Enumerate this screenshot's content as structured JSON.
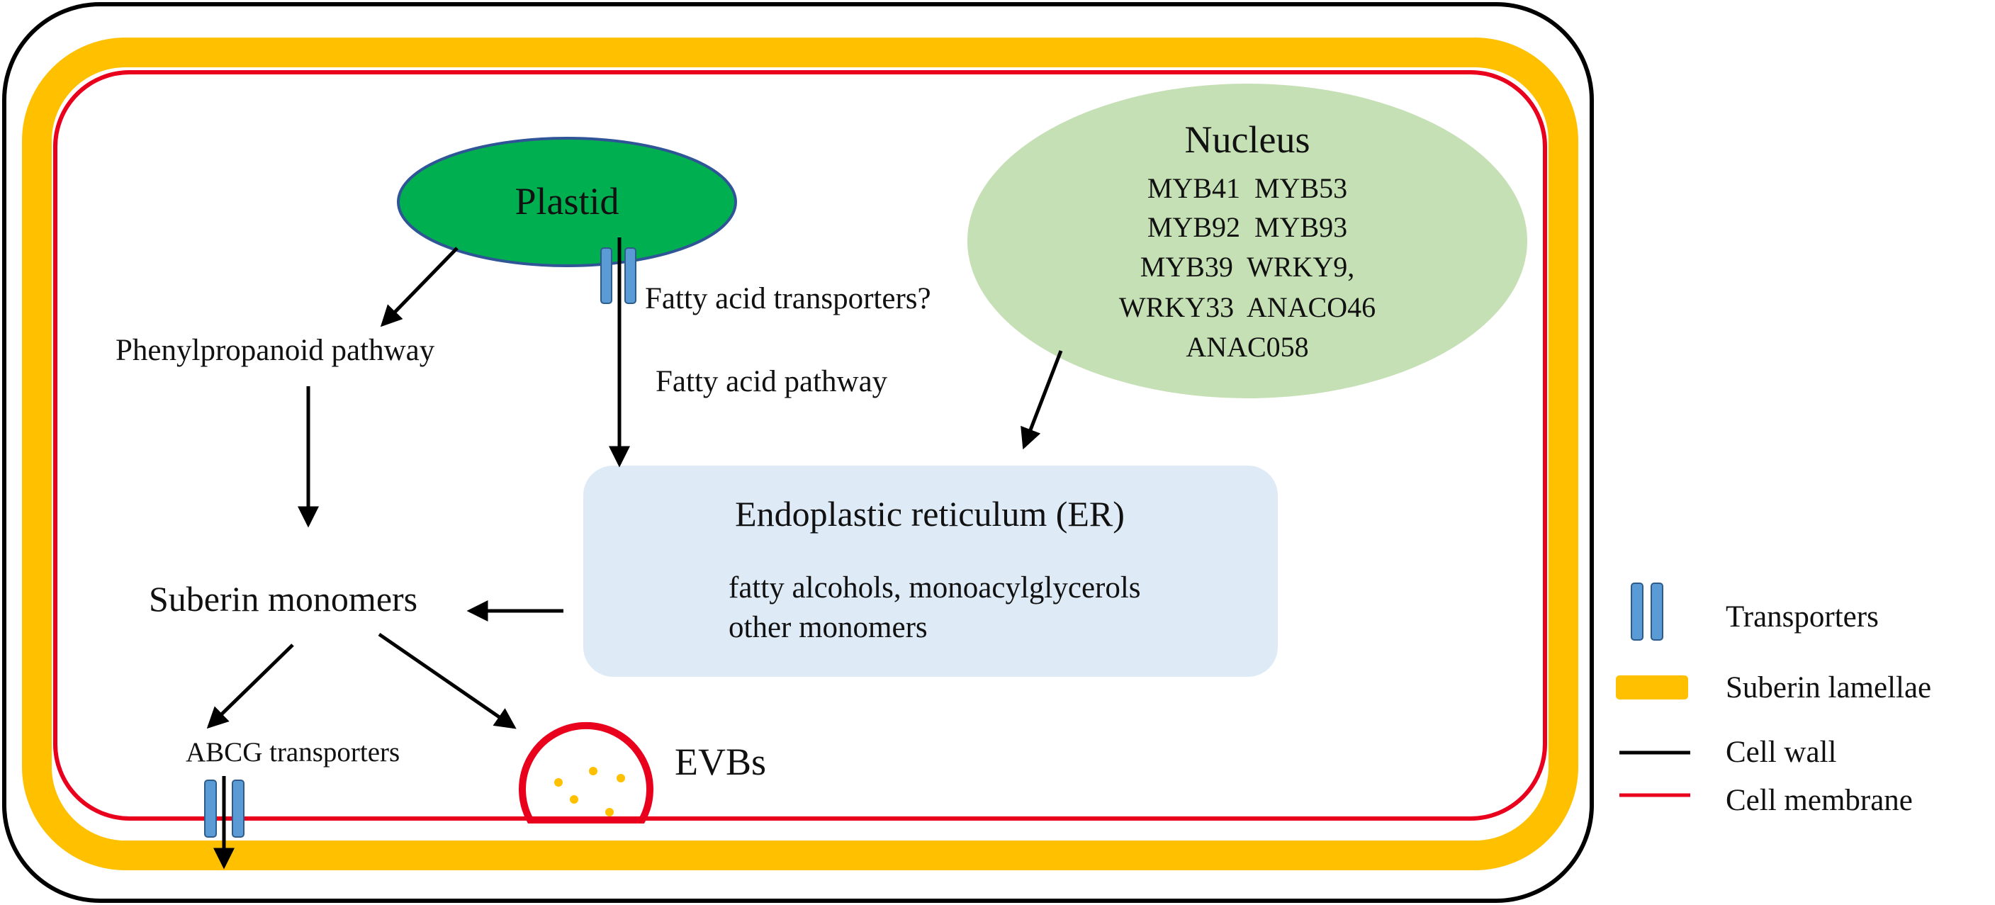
{
  "colors": {
    "cell_wall": "#000000",
    "suberin_lamellae": "#FFC000",
    "cell_membrane": "#E8001C",
    "plastid_fill": "#00B050",
    "plastid_stroke": "#2F5597",
    "nucleus_fill": "#C5E0B4",
    "er_fill": "#DEEBF7",
    "transporter_fill": "#5B9BD5",
    "transporter_stroke": "#2E5C8A",
    "vesicle_dot": "#FFC000"
  },
  "plastid": {
    "label": "Plastid"
  },
  "nucleus": {
    "title": "Nucleus",
    "genes": [
      "MYB41  MYB53",
      "MYB92  MYB93",
      "MYB39  WRKY9,",
      "WRKY33  ANACO46",
      "ANAC058"
    ]
  },
  "er": {
    "title": "Endoplastic reticulum (ER)",
    "line1": "fatty alcohols, monoacylglycerols",
    "line2": "other monomers"
  },
  "labels": {
    "phenylpropanoid": "Phenylpropanoid pathway",
    "fatty_acid_transporters": "Fatty acid transporters?",
    "fatty_acid_pathway": "Fatty acid pathway",
    "suberin_monomers": "Suberin monomers",
    "abcg": "ABCG transporters",
    "evbs": "EVBs"
  },
  "legend": {
    "transporters": "Transporters",
    "suberin_lamellae": "Suberin lamellae",
    "cell_wall": "Cell wall",
    "cell_membrane": "Cell membrane"
  }
}
